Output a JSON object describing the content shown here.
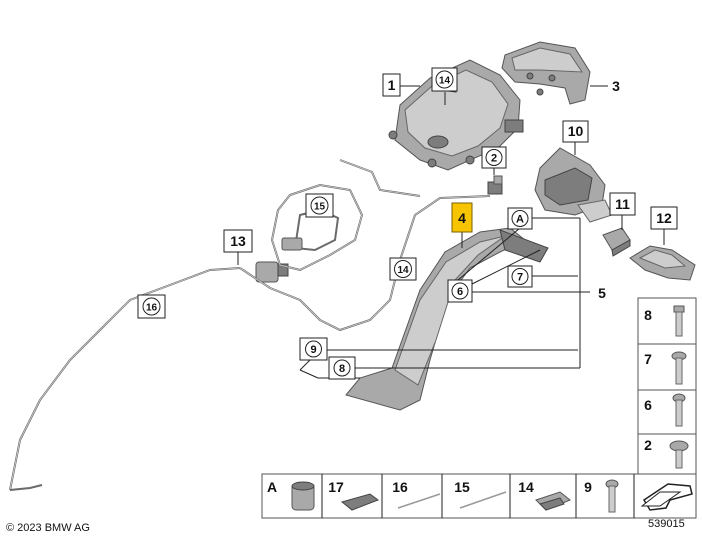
{
  "labels": {
    "p1": "1",
    "p2": "2",
    "p3": "3",
    "p4": "4",
    "p5": "5",
    "p6": "6",
    "p7": "7",
    "p8": "8",
    "p9": "9",
    "p10": "10",
    "p11": "11",
    "p12": "12",
    "p13": "13",
    "p14": "14",
    "p15": "15",
    "p16": "16",
    "pA": "A"
  },
  "legend_column": [
    "8",
    "7",
    "6",
    "2"
  ],
  "legend_row": [
    "A",
    "17",
    "16",
    "15",
    "14",
    "9"
  ],
  "footer": {
    "copyright": "© 2023 BMW AG",
    "diagram_number": "539015"
  },
  "colors": {
    "highlight": "#f6c400",
    "part": "#a9a9a9",
    "wire": "#6a6a6a"
  }
}
